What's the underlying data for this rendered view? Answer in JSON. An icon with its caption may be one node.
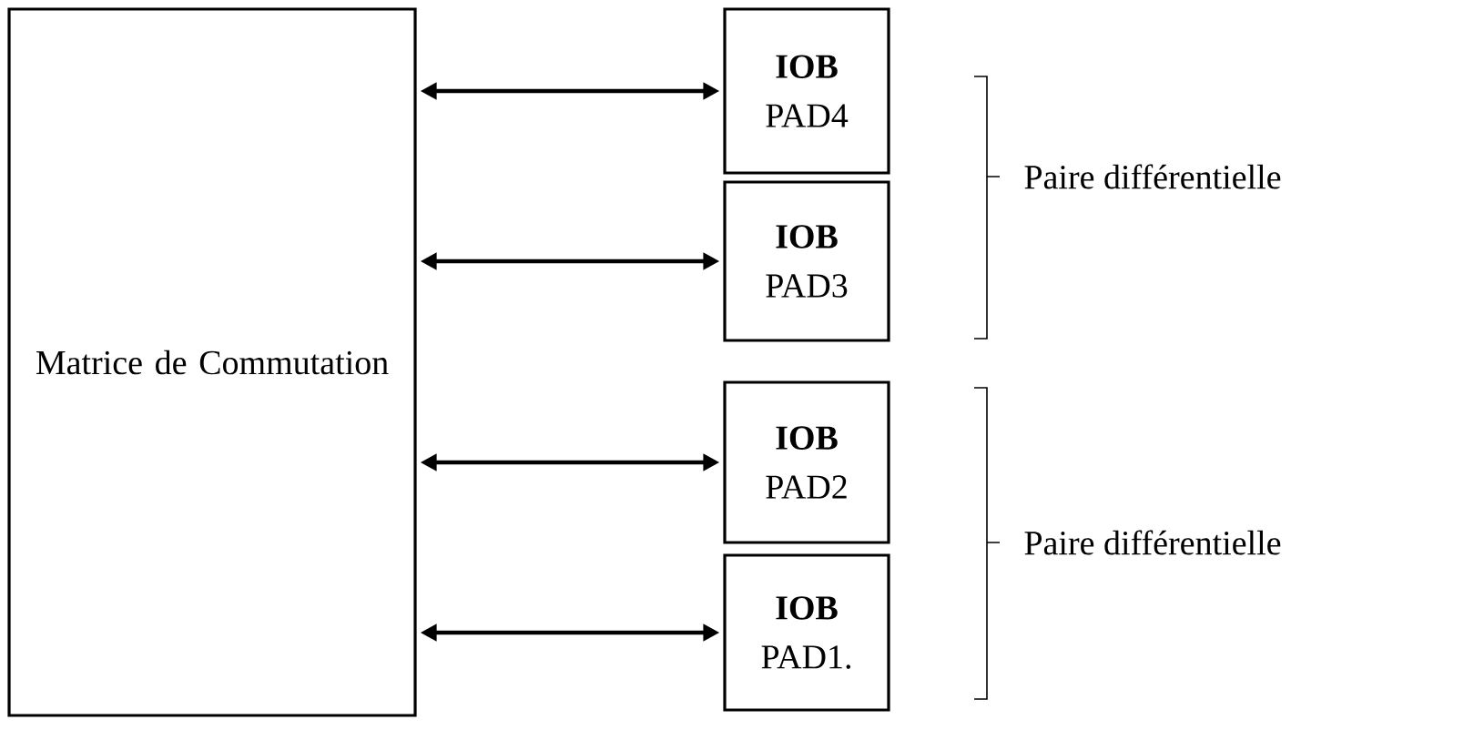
{
  "diagram": {
    "nodes": [
      {
        "text": [
          "Matrice de Commutation"
        ]
      },
      {
        "text": [
          "IOB",
          "PAD4"
        ]
      },
      {
        "text": [
          "IOB",
          "PAD3"
        ]
      },
      {
        "text": [
          "IOB",
          "PAD2"
        ]
      },
      {
        "text": [
          "IOB",
          "PAD1."
        ]
      }
    ],
    "edges": [
      {
        "from": 0,
        "to": 1,
        "arrow": "both"
      },
      {
        "from": 0,
        "to": 2,
        "arrow": "both"
      },
      {
        "from": 0,
        "to": 3,
        "arrow": "both"
      },
      {
        "from": 0,
        "to": 4,
        "arrow": "both"
      }
    ],
    "labels": [
      "Paire différentielle",
      "Paire différentielle"
    ]
  }
}
